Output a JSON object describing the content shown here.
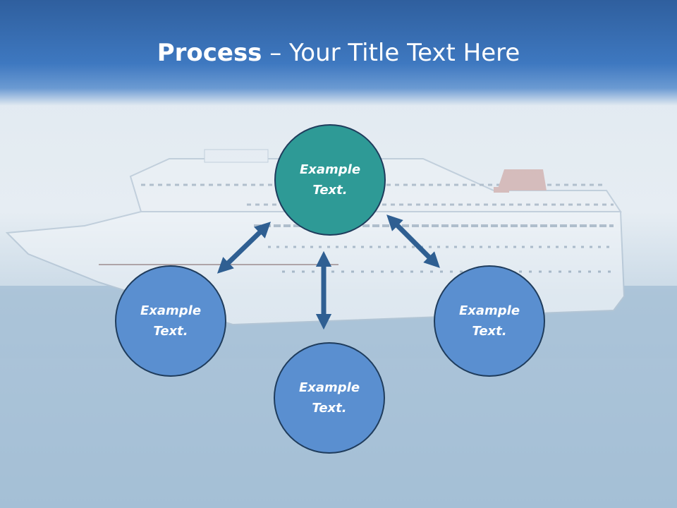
{
  "title": {
    "bold": "Process",
    "rest": " – Your Title Text Here"
  },
  "nodes": {
    "top": {
      "label": "Example Text."
    },
    "left": {
      "label": "Example Text."
    },
    "right": {
      "label": "Example Text."
    },
    "bottom": {
      "label": "Example Text."
    }
  },
  "colors": {
    "title_band": "#3e78c0",
    "node_blue": "#5a8fd0",
    "node_teal": "#2e9a96",
    "node_border": "#1f3c5c",
    "arrow": "#2f5f92"
  }
}
